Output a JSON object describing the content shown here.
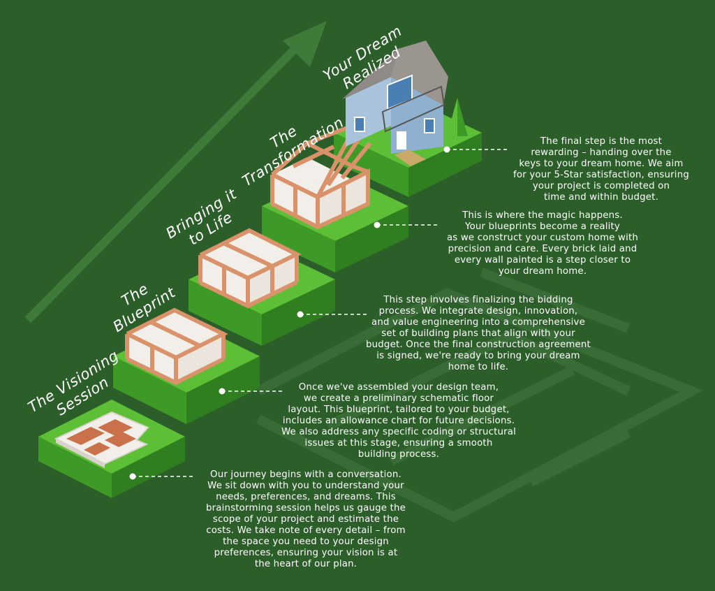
{
  "steps": [
    {
      "title": [
        "The Visioning",
        "Session"
      ],
      "description": [
        "Our journey begins with a conversation.",
        "We sit down with you to understand your",
        "needs, preferences, and dreams. This",
        "brainstorming session helps us gauge the",
        "scope of your project and estimate the",
        "costs. We take note of every detail – from",
        "the space you need to your design",
        "preferences, ensuring your vision is at",
        "the heart of our plan."
      ]
    },
    {
      "title": [
        "The",
        "Blueprint"
      ],
      "description": [
        "Once we've assembled your design team,",
        "we create a preliminary schematic floor",
        "layout. This blueprint, tailored to your budget,",
        "includes an allowance chart for future decisions.",
        "We also address any specific coding or structural",
        "issues at this stage, ensuring a smooth",
        "building process."
      ]
    },
    {
      "title": [
        "Bringing it",
        "to Life"
      ],
      "description": [
        "This step involves finalizing the bidding",
        "process. We integrate design, innovation,",
        "and value engineering into a comprehensive",
        "set of building plans that align with your",
        "budget. Once the final construction agreement",
        "is signed, we're ready to bring your dream",
        "home to life."
      ]
    },
    {
      "title": [
        "The",
        "Transformation"
      ],
      "description": [
        "This is where the magic happens.",
        "Your blueprints become a reality",
        "as we construct your custom home with",
        "precision and care. Every brick laid and",
        "every wall painted is a step closer to",
        "your dream home."
      ]
    },
    {
      "title": [
        "Your Dream",
        "Realized"
      ],
      "description": [
        "The final step is the most",
        "rewarding – handing over the",
        "keys to your dream home. We aim",
        "for your 5-Star satisfaction, ensuring",
        "your project is completed on",
        "time and within budget."
      ]
    }
  ],
  "colors": {
    "background": "#2c5e2a",
    "step_top": "#5cbf35",
    "step_front": "#3e9a26",
    "step_side": "#2f7e1f",
    "frame": "#d9926a",
    "wall": "#f2efea",
    "roof": "#8f8a86",
    "siding": "#a9c3dc",
    "text": "#ffffff",
    "faint_blueprint": "#3b6d38"
  },
  "icons": [
    "arrow-icon",
    "foundation-icon",
    "frame-icon",
    "wall-frame-icon",
    "roof-frame-icon",
    "house-icon",
    "tree-icon"
  ]
}
